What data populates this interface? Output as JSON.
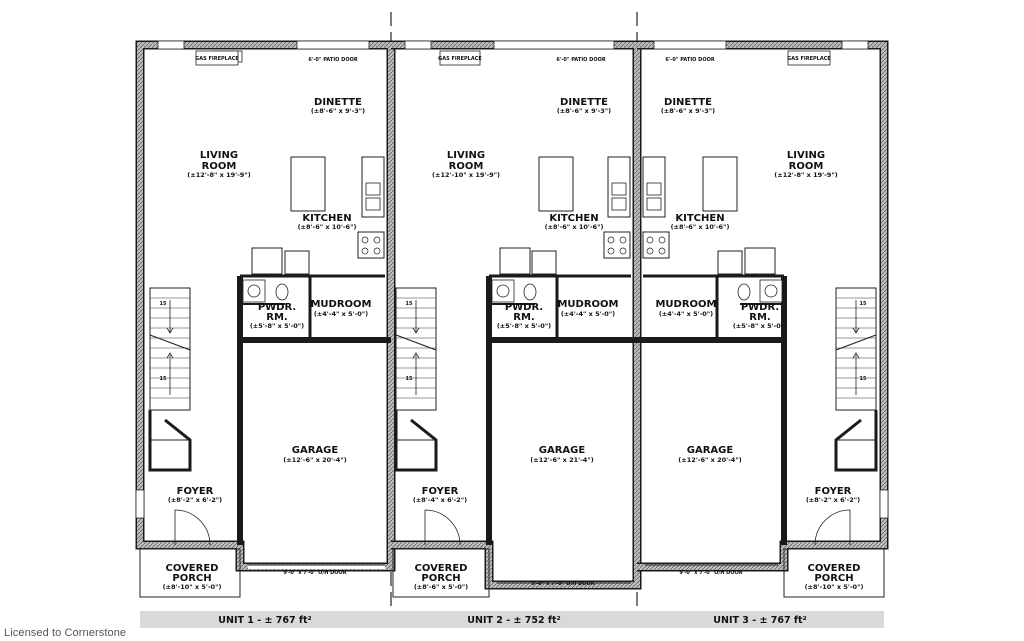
{
  "watermark": "Licensed to Cornerstone",
  "units": [
    {
      "unit_label": "UNIT 1 - ± 767 ft²",
      "gas_fireplace": "GAS FIREPLACE",
      "patio_door": "6'-0\" PATIO DOOR",
      "dinette": {
        "name": "DINETTE",
        "dim": "(±8'-6\" x 9'-3\")"
      },
      "living": {
        "name1": "LIVING",
        "name2": "ROOM",
        "dim": "(±12'-8\" x 19'-9\")"
      },
      "kitchen": {
        "name": "KITCHEN",
        "dim": "(±8'-6\" x 10'-6\")"
      },
      "pwdr": {
        "name1": "PWDR.",
        "name2": "RM.",
        "dim": "(±5'-8\" x 5'-0\")"
      },
      "mudroom": {
        "name": "MUDROOM",
        "dim": "(±4'-4\" x 5'-0\")"
      },
      "garage": {
        "name": "GARAGE",
        "dim": "(±12'-6\" x 20'-4\")"
      },
      "foyer": {
        "name": "FOYER",
        "dim": "(±8'-2\" x 6'-2\")"
      },
      "porch": {
        "name1": "COVERED",
        "name2": "PORCH",
        "dim": "(±8'-10\" x 5'-0\")"
      },
      "garage_door": "9'-0\" x 7'-0\" O/H DOOR",
      "stair_up": "15",
      "stair_down": "15"
    },
    {
      "unit_label": "UNIT 2 - ± 752 ft²",
      "gas_fireplace": "GAS FIREPLACE",
      "patio_door": "6'-0\" PATIO DOOR",
      "dinette": {
        "name": "DINETTE",
        "dim": "(±8'-6\" x 9'-3\")"
      },
      "living": {
        "name1": "LIVING",
        "name2": "ROOM",
        "dim": "(±12'-10\" x 19'-9\")"
      },
      "kitchen": {
        "name": "KITCHEN",
        "dim": "(±8'-6\" x 10'-6\")"
      },
      "pwdr": {
        "name1": "PWDR.",
        "name2": "RM.",
        "dim": "(±5'-8\" x 5'-0\")"
      },
      "mudroom": {
        "name": "MUDROOM",
        "dim": "(±4'-4\" x 5'-0\")"
      },
      "garage": {
        "name": "GARAGE",
        "dim": "(±12'-6\" x 21'-4\")"
      },
      "foyer": {
        "name": "FOYER",
        "dim": "(±8'-4\" x 6'-2\")"
      },
      "porch": {
        "name1": "COVERED",
        "name2": "PORCH",
        "dim": "(±8'-6\" x 5'-0\")"
      },
      "garage_door": "9'-0\" x 7'-0\" O/H DOOR",
      "stair_up": "15",
      "stair_down": "15"
    },
    {
      "unit_label": "UNIT 3 - ± 767 ft²",
      "gas_fireplace": "GAS FIREPLACE",
      "patio_door": "6'-0\" PATIO DOOR",
      "dinette": {
        "name": "DINETTE",
        "dim": "(±8'-6\" x 9'-3\")"
      },
      "living": {
        "name1": "LIVING",
        "name2": "ROOM",
        "dim": "(±12'-8\" x 19'-9\")"
      },
      "kitchen": {
        "name": "KITCHEN",
        "dim": "(±8'-6\" x 10'-6\")"
      },
      "pwdr": {
        "name1": "PWDR.",
        "name2": "RM.",
        "dim": "(±5'-8\" x 5'-0\")"
      },
      "mudroom": {
        "name": "MUDROOM",
        "dim": "(±4'-4\" x 5'-0\")"
      },
      "garage": {
        "name": "GARAGE",
        "dim": "(±12'-6\" x 20'-4\")"
      },
      "foyer": {
        "name": "FOYER",
        "dim": "(±8'-2\" x 6'-2\")"
      },
      "porch": {
        "name1": "COVERED",
        "name2": "PORCH",
        "dim": "(±8'-10\" x 5'-0\")"
      },
      "garage_door": "9'-0\" x 7'-0\" O/H DOOR",
      "stair_up": "15",
      "stair_down": "15"
    }
  ],
  "colors": {
    "wall": "#1a1a1a",
    "wall_fill": "#9a9a9a",
    "unit_bar": "#d9d9d9",
    "fixture": "#333333"
  }
}
